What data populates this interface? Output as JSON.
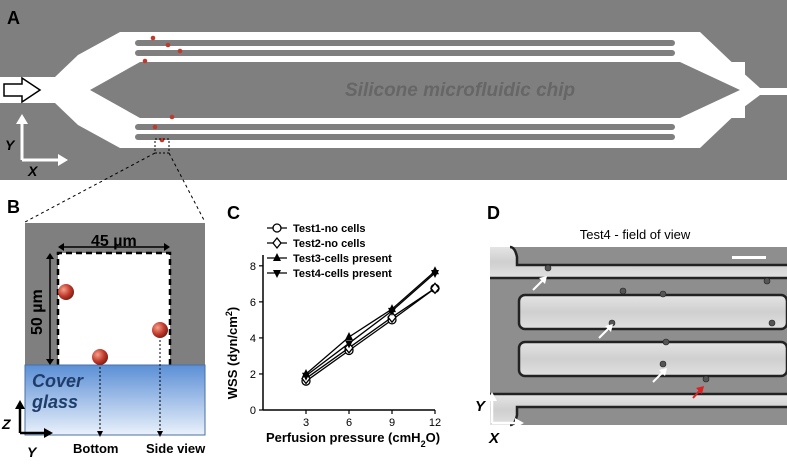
{
  "panels": {
    "a": {
      "label": "A",
      "chip_label": "Silicone microfluidic chip",
      "axis_y": "Y",
      "axis_x": "X"
    },
    "b": {
      "label": "B",
      "width_label": "45 µm",
      "height_label": "50 µm",
      "cover_glass_line1": "Cover",
      "cover_glass_line2": "glass",
      "bottom_label": "Bottom",
      "side_label": "Side view",
      "axis_z": "Z",
      "axis_y": "Y"
    },
    "c": {
      "label": "C"
    },
    "d": {
      "label": "D",
      "title": "Test4 - field of view",
      "axis_y": "Y",
      "axis_x": "X"
    }
  },
  "colors": {
    "chip_gray": "#7f7f7f",
    "cell_red": "#c0392b",
    "cover_glass_top": "#5b8fd6",
    "cover_glass_bottom": "#eaf1fb",
    "cover_text": "#1f3d6b"
  },
  "chart_data": {
    "type": "line",
    "x": [
      3,
      6,
      9,
      12
    ],
    "series": [
      {
        "name": "Test1-no cells",
        "marker": "open-circle",
        "values": [
          1.6,
          3.3,
          5.0,
          6.75
        ]
      },
      {
        "name": "Test2-no cells",
        "marker": "open-diamond",
        "values": [
          1.75,
          3.45,
          5.15,
          6.75
        ]
      },
      {
        "name": "Test3-cells present",
        "marker": "filled-triangle-up",
        "values": [
          2.0,
          4.05,
          5.6,
          7.7
        ]
      },
      {
        "name": "Test4-cells present",
        "marker": "filled-triangle-down",
        "values": [
          1.9,
          3.7,
          5.5,
          7.6
        ]
      }
    ],
    "xlabel": "Perfusion pressure (cmH",
    "xlabel_sub": "2",
    "xlabel_end": "O)",
    "ylabel": "WSS (dyn/cm",
    "ylabel_sup": "2",
    "ylabel_end": ")",
    "xticks": [
      "3",
      "6",
      "9",
      "12"
    ],
    "yticks": [
      "0",
      "2",
      "4",
      "6",
      "8"
    ],
    "xlim": [
      0,
      12
    ],
    "ylim": [
      0,
      8.6
    ],
    "legend": "top-left",
    "grid": false
  }
}
